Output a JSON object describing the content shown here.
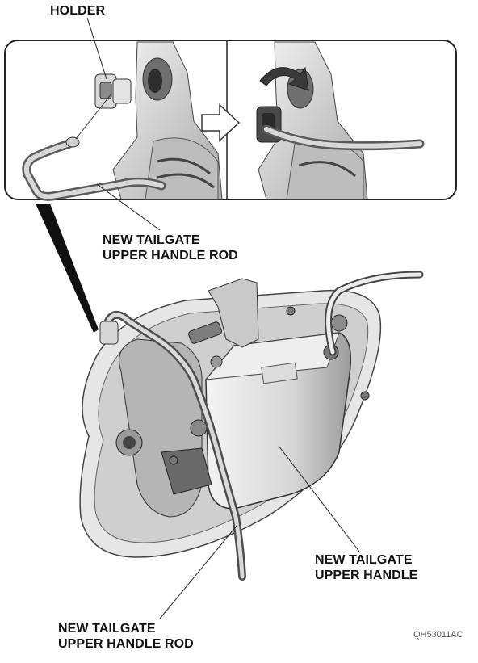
{
  "labels": {
    "holder": "HOLDER",
    "rod_top": [
      "NEW TAILGATE",
      "UPPER HANDLE ROD"
    ],
    "handle": [
      "NEW TAILGATE",
      "UPPER HANDLE"
    ],
    "rod_bottom": [
      "NEW TAILGATE",
      "UPPER HANDLE ROD"
    ]
  },
  "figure_code": "QH53011AC"
}
